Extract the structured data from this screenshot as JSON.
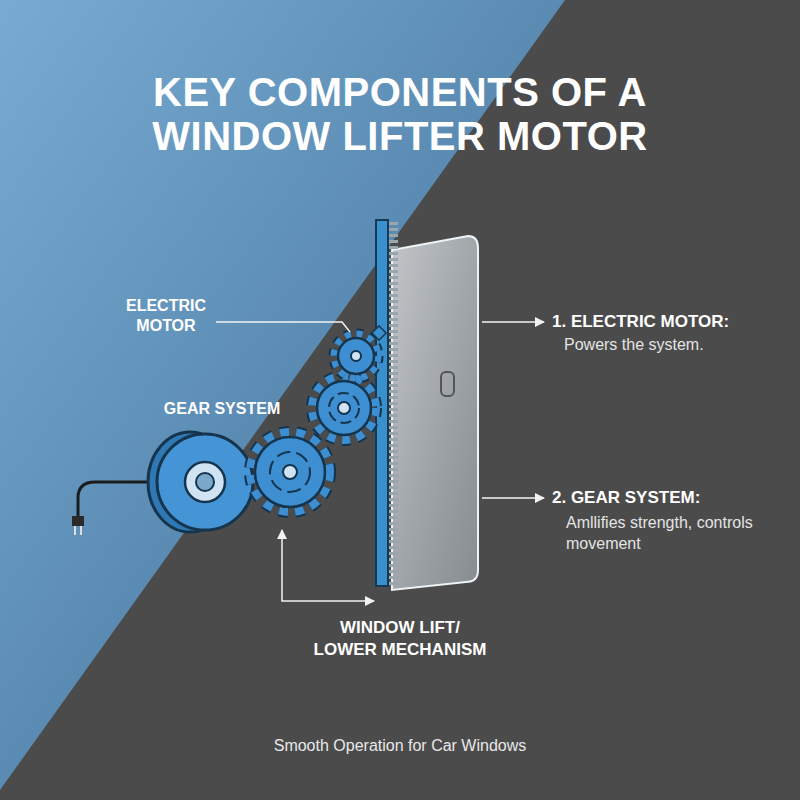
{
  "diagram": {
    "title": "KEY COMPONENTS OF A WINDOW LIFTER MOTOR",
    "caption": "Smooth Operation for Car Windows",
    "labels": [
      "ELECTRIC MOTOR",
      "GEAR SYSTEM",
      "WINDOW LIFT/ LOWER MECHANISM",
      "1. ELECTRIC MOTOR:",
      "Powers the system.",
      "2. GEAR SYSTEM:",
      "Amllifies strength, controls movement"
    ]
  }
}
